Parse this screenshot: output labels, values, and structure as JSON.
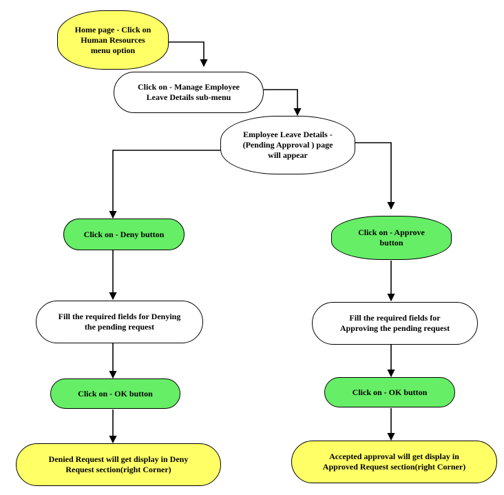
{
  "colors": {
    "start_end": "#ffff66",
    "action": "#66ee66",
    "step": "#ffffff",
    "line": "#000000"
  },
  "nodes": {
    "home": {
      "text": "Home page - Click on\nHuman Resources\nmenu option"
    },
    "manage": {
      "text": "Click on - Manage Employee\nLeave Details sub-menu"
    },
    "pending": {
      "text": "Employee Leave Details -\n(Pending Approval ) page\nwill appear"
    },
    "deny": {
      "text": "Click on - Deny  button"
    },
    "approve": {
      "text": "Click on - Approve\nbutton"
    },
    "fill_deny": {
      "text": "Fill the  required fields for Denying\nthe pending request"
    },
    "fill_approve": {
      "text": "Fill the required fields for\nApproving the pending request"
    },
    "ok_left": {
      "text": "Click on - OK button"
    },
    "ok_right": {
      "text": "Click on - OK button"
    },
    "denied": {
      "text": "Denied Request will get display in Deny\nRequest section(right Corner)"
    },
    "accepted": {
      "text": "Accepted approval will get display in\nApproved Request section(right Corner)"
    }
  }
}
